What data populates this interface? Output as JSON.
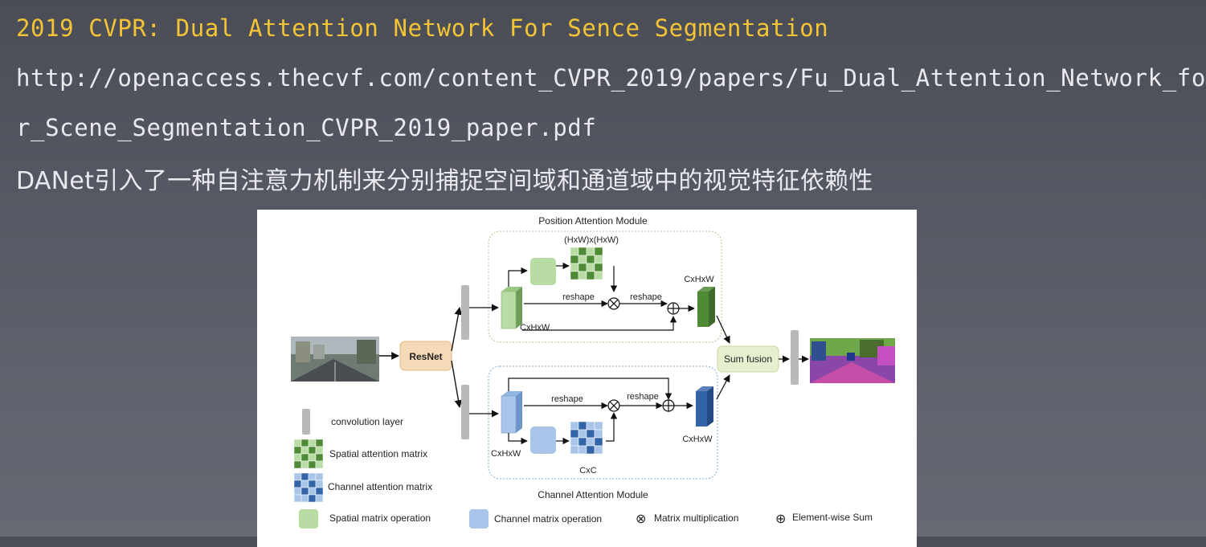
{
  "slide": {
    "title": "2019 CVPR: Dual Attention Network For Sence Segmentation",
    "url_line_1": "http://openaccess.thecvf.com/content_CVPR_2019/papers/Fu_Dual_Attention_Network_fo",
    "url_line_2": "r_Scene_Segmentation_CVPR_2019_paper.pdf",
    "description": "DANet引入了一种自注意力机制来分别捕捉空间域和通道域中的视觉特征依赖性"
  },
  "colors": {
    "title": "#f3c436",
    "text": "#e9e9ee",
    "resnet_fill": "#f6d9b6",
    "spatial_green": "#4f8a36",
    "spatial_light": "#b9dca4",
    "channel_blue": "#3464a8",
    "channel_light": "#a9c6ea",
    "fusion_fill": "#e6f0cf",
    "conv_gray": "#b9b9b9"
  },
  "diagram": {
    "position_module_title": "Position Attention Module",
    "channel_module_title": "Channel Attention Module",
    "resnet_label": "ResNet",
    "sum_fusion_label": "Sum fusion",
    "pam": {
      "matrix_dims": "(HxW)x(HxW)",
      "input_dims": "CxHxW",
      "output_dims": "CxHxW",
      "reshape_1": "reshape",
      "reshape_2": "reshape"
    },
    "cam": {
      "matrix_dims": "CxC",
      "input_dims": "CxHxW",
      "output_dims": "CxHxW",
      "reshape_1": "reshape",
      "reshape_2": "reshape"
    },
    "legend": {
      "conv": "convolution layer",
      "spatial_matrix": "Spatial attention matrix",
      "channel_matrix": "Channel attention matrix",
      "spatial_op": "Spatial matrix operation",
      "channel_op": "Channel matrix operation",
      "mat_mul_symbol": "⊗",
      "mat_mul": "Matrix multiplication",
      "elem_sum_symbol": "⊕",
      "elem_sum": "Element-wise Sum"
    }
  }
}
